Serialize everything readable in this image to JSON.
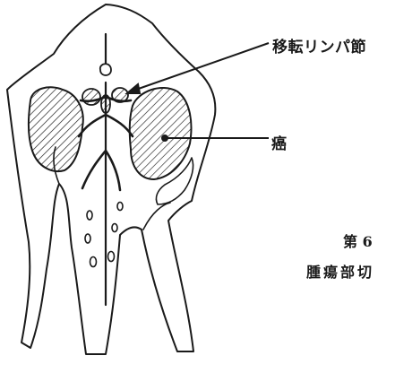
{
  "labels": {
    "metastatic_node": "移転リンパ節",
    "cancer": "癌",
    "figure_number": "第 6",
    "caption": "腫瘍部切"
  },
  "colors": {
    "ink": "#1a1a1a",
    "paper": "#ffffff"
  }
}
